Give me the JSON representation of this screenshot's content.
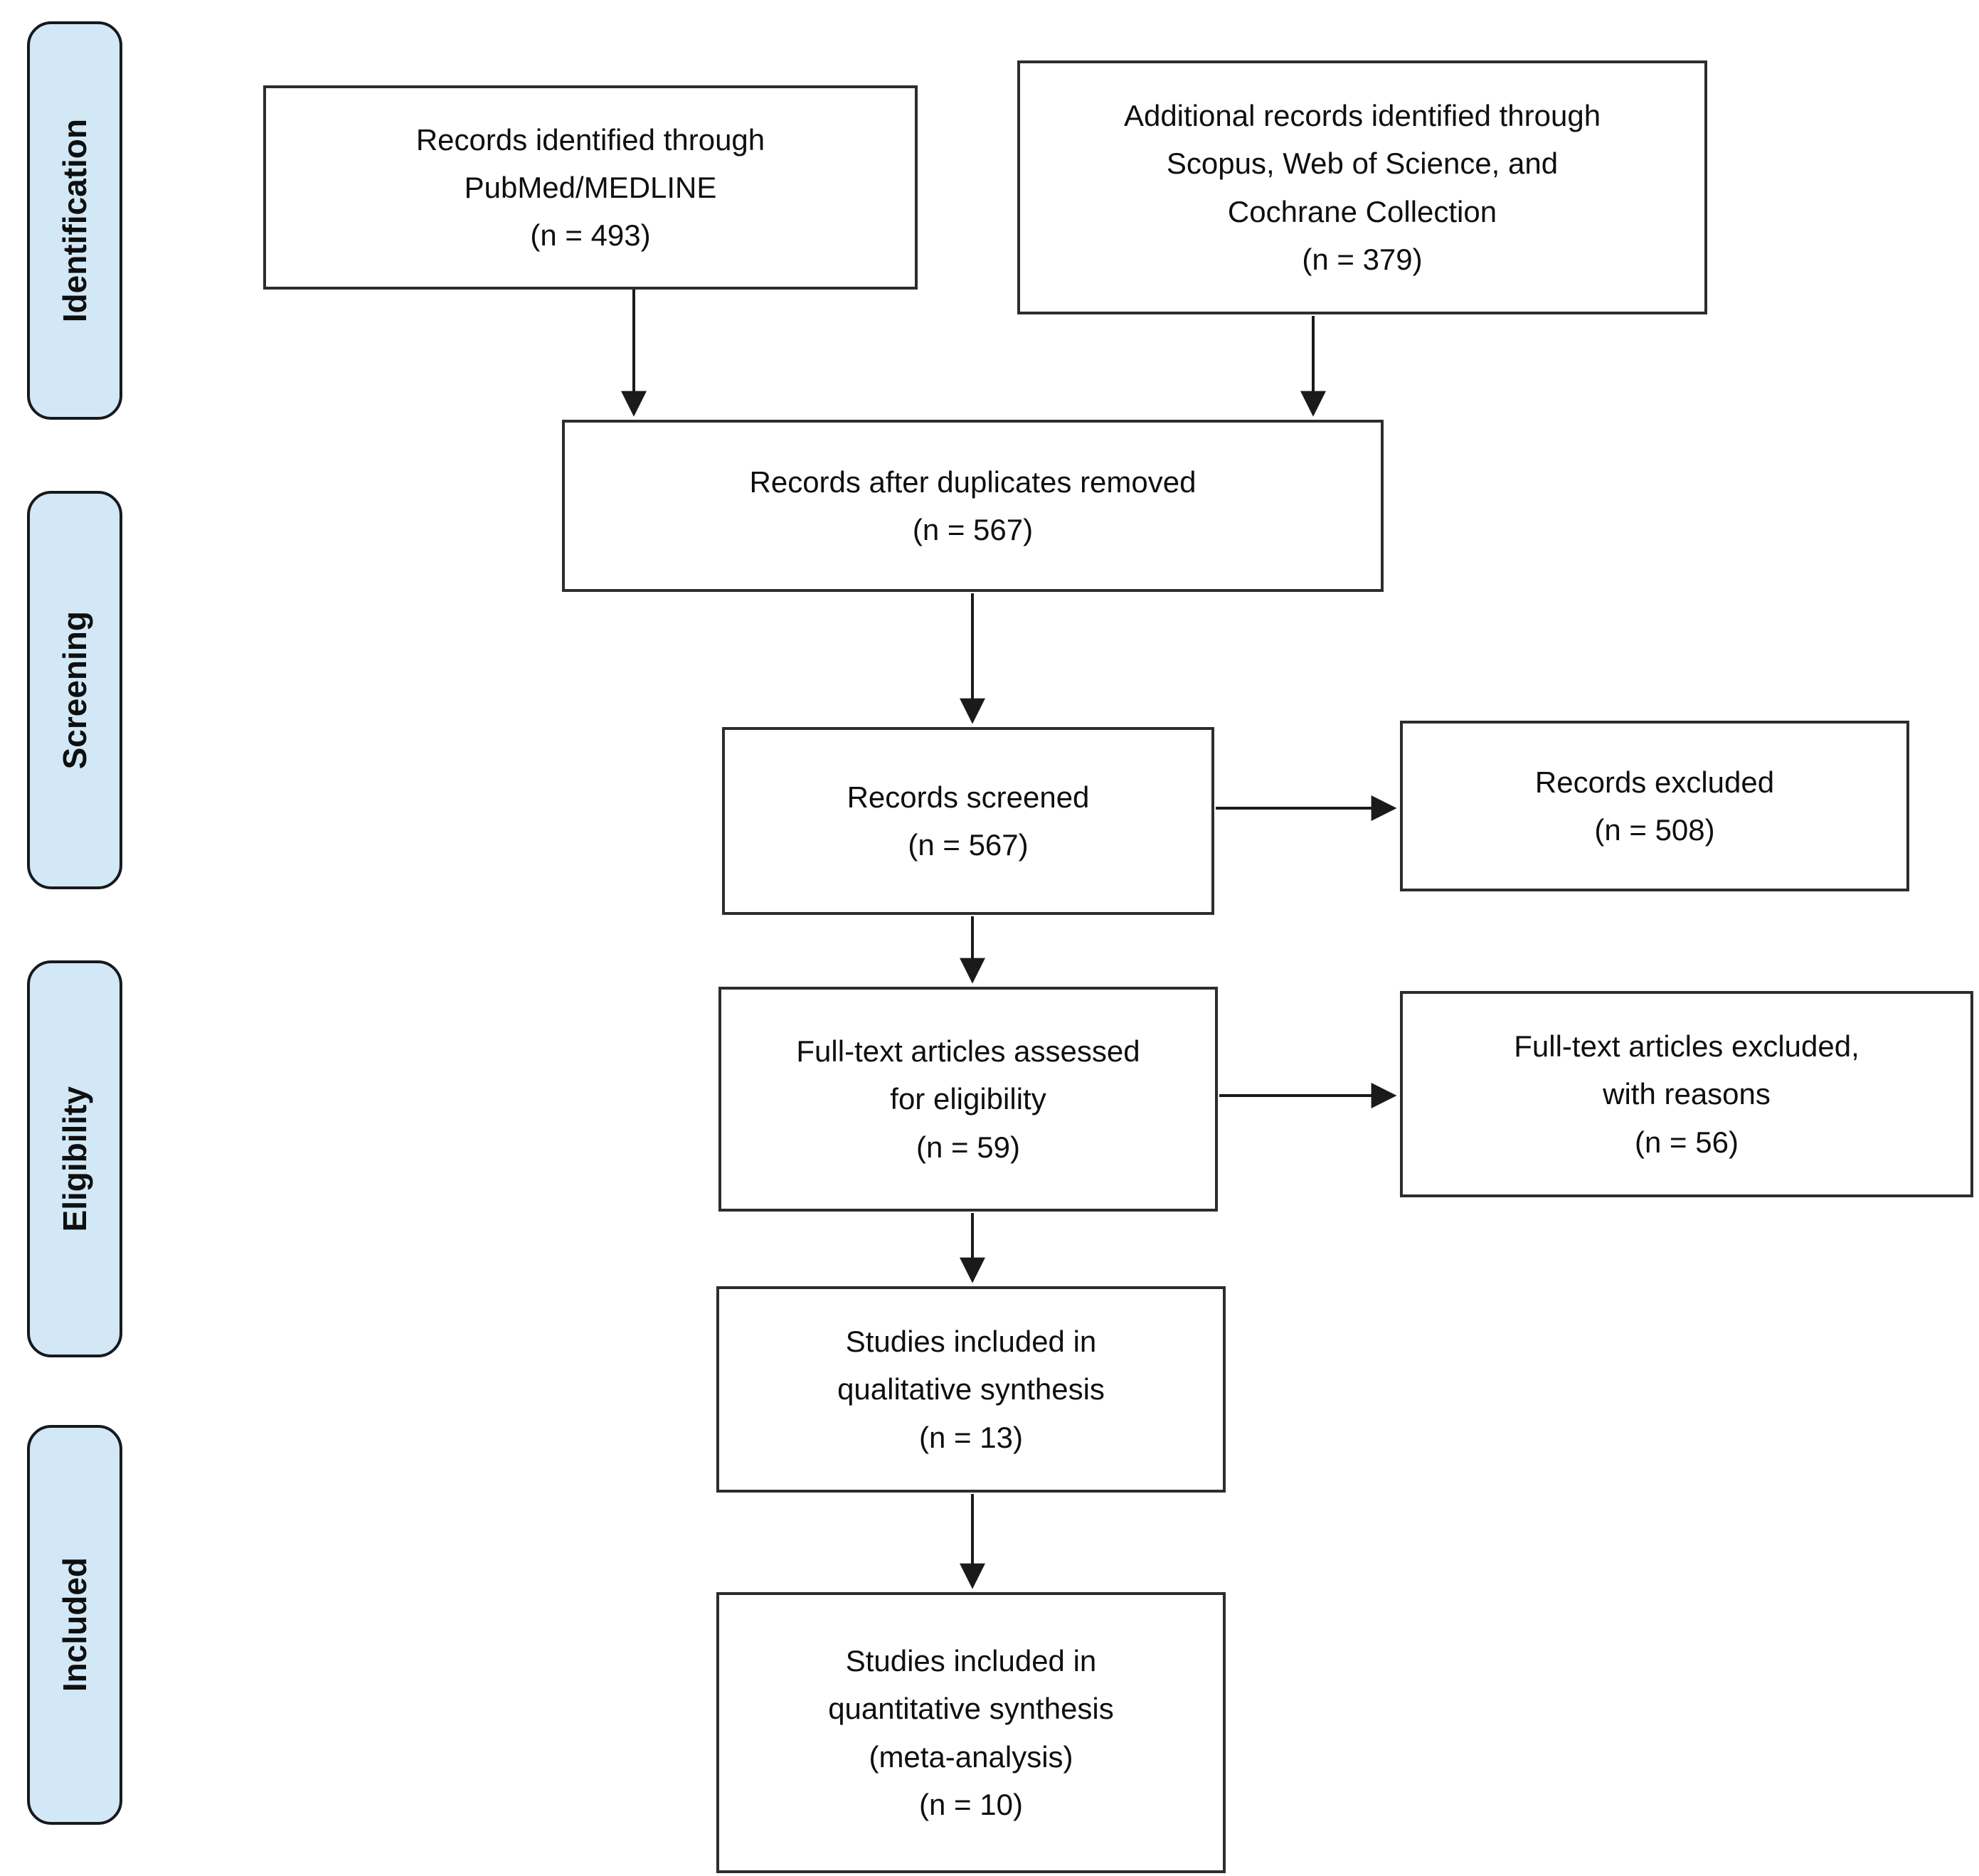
{
  "figure": {
    "stages": {
      "identification": "Identification",
      "screening": "Screening",
      "eligibility": "Eligibility",
      "included": "Included"
    },
    "boxes": {
      "identified": "Records identified through\nPubMed/MEDLINE\n(n = 493)",
      "additional": "Additional records identified through\nScopus, Web of Science, and\nCochrane Collection\n(n = 379)",
      "after_duplicates": "Records after duplicates removed\n(n = 567)",
      "screened": "Records screened\n(n = 567)",
      "records_excluded": "Records excluded\n(n = 508)",
      "fulltext_assessed": "Full-text articles assessed\nfor eligibility\n(n = 59)",
      "fulltext_excluded": "Full-text articles excluded,\nwith reasons\n(n = 56)",
      "qualitative": "Studies included in\nqualitative synthesis\n(n = 13)",
      "quantitative": "Studies included in\nquantitative synthesis\n(meta-analysis)\n(n = 10)"
    },
    "counts": {
      "identified": 493,
      "additional": 379,
      "after_duplicates": 567,
      "screened": 567,
      "records_excluded": 508,
      "fulltext_assessed": 59,
      "fulltext_excluded": 56,
      "qualitative": 13,
      "quantitative": 10
    },
    "colors": {
      "stage_fill": "#d2e8f7",
      "stage_border": "#16191d",
      "box_border": "#2d2d2d",
      "arrow": "#1a1a1a",
      "text": "#0f0f0f",
      "background": "#ffffff"
    }
  }
}
